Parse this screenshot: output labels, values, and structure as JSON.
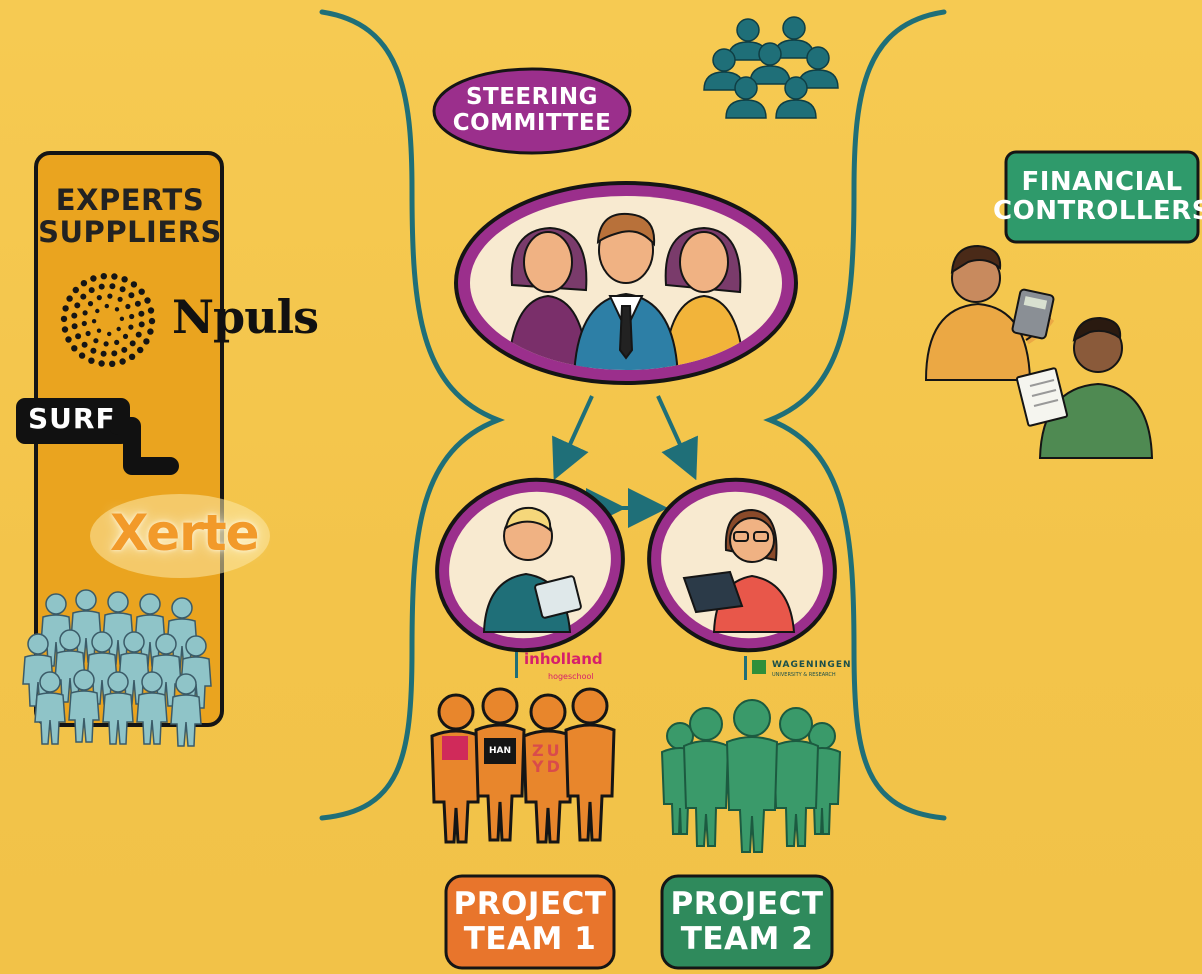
{
  "groups": {
    "experts": {
      "line1": "EXPERTS",
      "line2": "SUPPLIERS"
    },
    "steering": {
      "line1": "STEERING",
      "line2": "COMMITTEE"
    },
    "financial": {
      "line1": "FINANCIAL",
      "line2": "CONTROLLERS"
    },
    "project_team_1": {
      "line1": "PROJECT",
      "line2": "TEAM 1"
    },
    "project_team_2": {
      "line1": "PROJECT",
      "line2": "TEAM 2"
    }
  },
  "logos": {
    "npuls": "Npuls",
    "surf": "SURF",
    "xerte": "Xerte",
    "inholland": "inholland",
    "inholland_sub": "hogeschool",
    "wageningen": "WAGENINGEN",
    "wageningen_sub": "UNIVERSITY & RESEARCH",
    "han": "HAN",
    "zuyd_line1": "ZU",
    "zuyd_line2": "YD"
  },
  "colors": {
    "background": "#f5c84e",
    "purple": "#9b2f8c",
    "teal": "#1f6f78",
    "green": "#2f9a6b",
    "orange": "#e87a2c",
    "people_blue": "#8fc4c8",
    "project_team_2_green": "#3a9a6a"
  },
  "icons": [
    "people-group-icon",
    "steering-committee-portrait-icon",
    "project-lead-icon",
    "financial-controller-icon",
    "calculator-icon",
    "document-icon",
    "arrow-icon"
  ]
}
